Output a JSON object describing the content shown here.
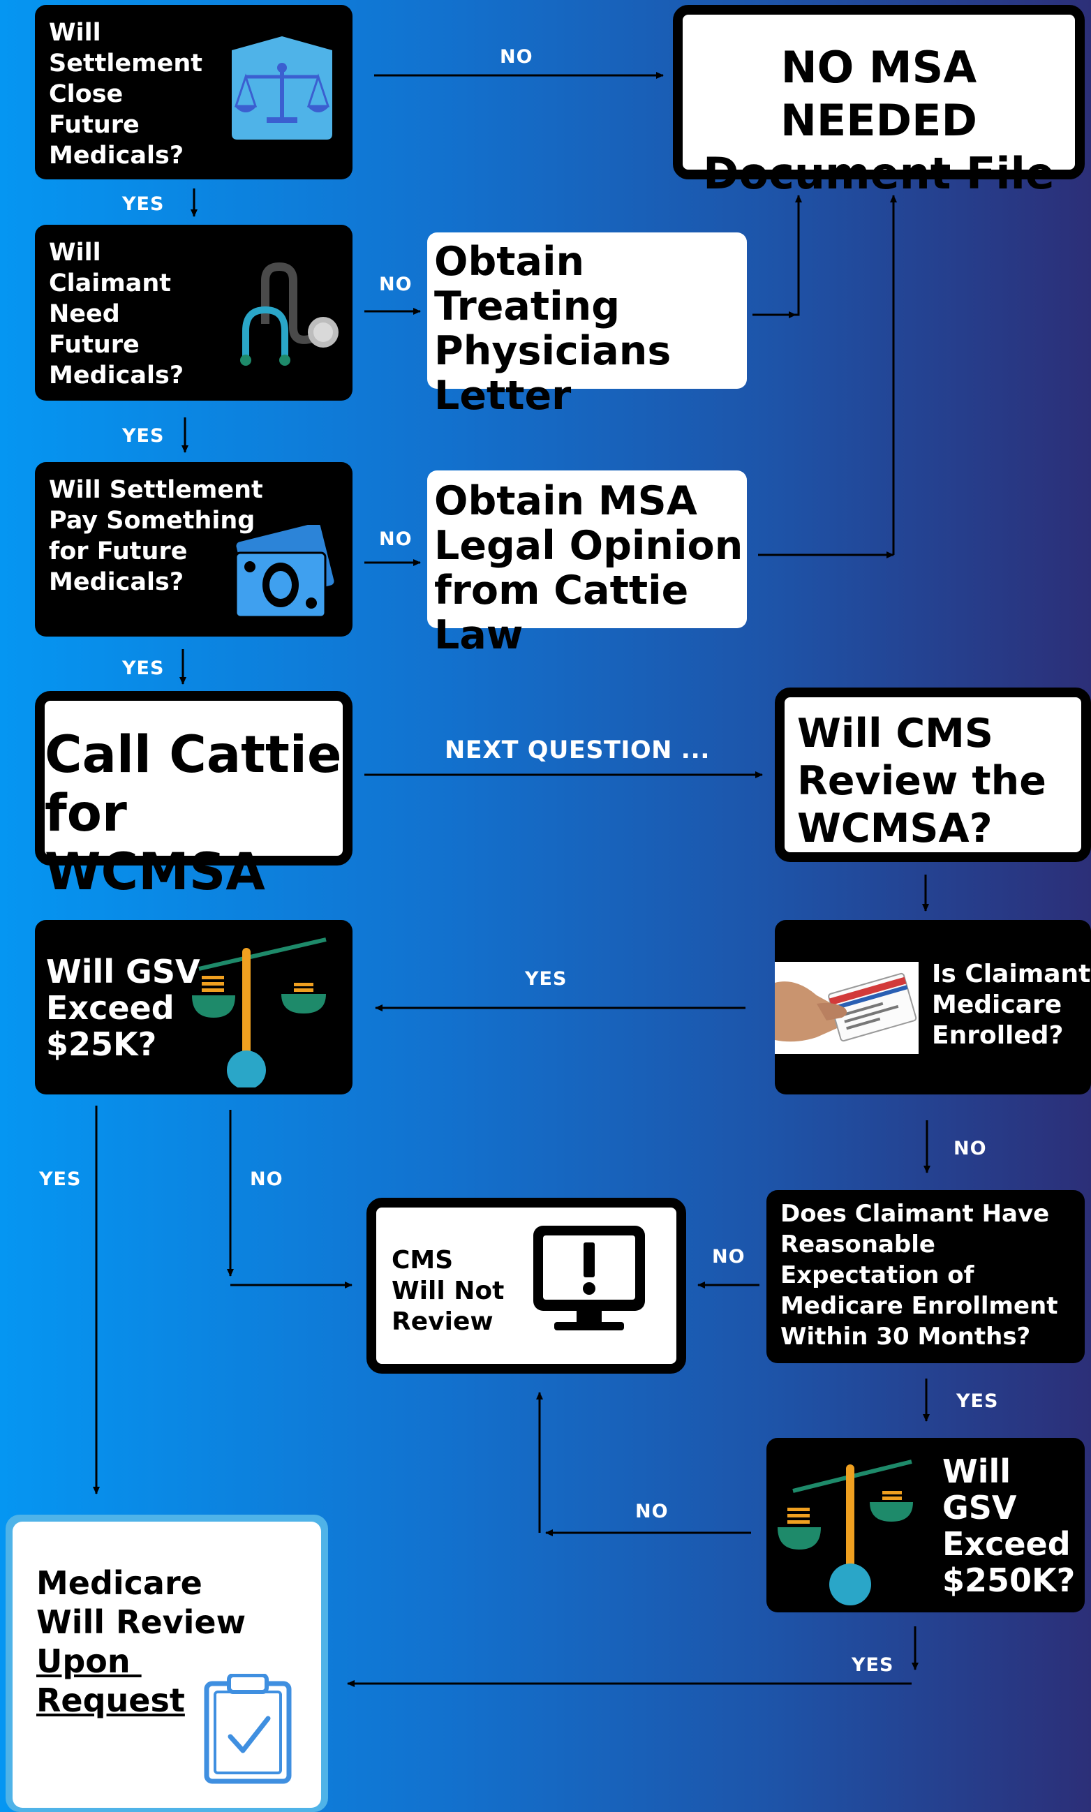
{
  "q1": {
    "text": "Will\nSettlement\nClose\nFuture\nMedicals?",
    "icon": "scales-icon"
  },
  "q2": {
    "text": "Will\nClaimant\nNeed\nFuture\nMedicals?",
    "icon": "stethoscope-icon"
  },
  "q3": {
    "text": "Will Settlement\nPay Something\nfor Future\nMedicals?",
    "icon": "money-icon"
  },
  "no_msa": {
    "text": "NO MSA NEEDED\nDocument File"
  },
  "treating": {
    "text": "Obtain Treating\nPhysicians\nLetter"
  },
  "legal": {
    "text": "Obtain MSA\nLegal Opinion\nfrom Cattie Law"
  },
  "call": {
    "text": "Call Cattie\nfor WCMSA"
  },
  "cms_review_q": {
    "text": "Will CMS\nReview the\nWCMSA?"
  },
  "gsv25": {
    "text": "Will GSV\nExceed\n$25K?",
    "icon": "balance-icon"
  },
  "enrolled": {
    "text": "Is Claimant\nMedicare\nEnrolled?",
    "icon": "medicare-card-icon"
  },
  "not_review": {
    "text": "CMS\nWill Not\nReview",
    "icon": "monitor-alert-icon"
  },
  "expectation": {
    "text": "Does Claimant Have\nReasonable\nExpectation of\nMedicare Enrollment\nWithin 30 Months?"
  },
  "gsv250": {
    "text": "Will\nGSV\nExceed\n$250K?",
    "icon": "balance-icon"
  },
  "medicare_review": {
    "line1": "Medicare",
    "line2": "Will Review",
    "line3": "Upon ",
    "line4": "Request",
    "icon": "clipboard-check-icon"
  },
  "labels": {
    "no": "NO",
    "yes": "YES",
    "next": "NEXT QUESTION ..."
  },
  "colors": {
    "accent_blue": "#4fb3e8",
    "orange": "#f0a020",
    "green": "#1e8a6a",
    "teal": "#2aa6c8"
  }
}
